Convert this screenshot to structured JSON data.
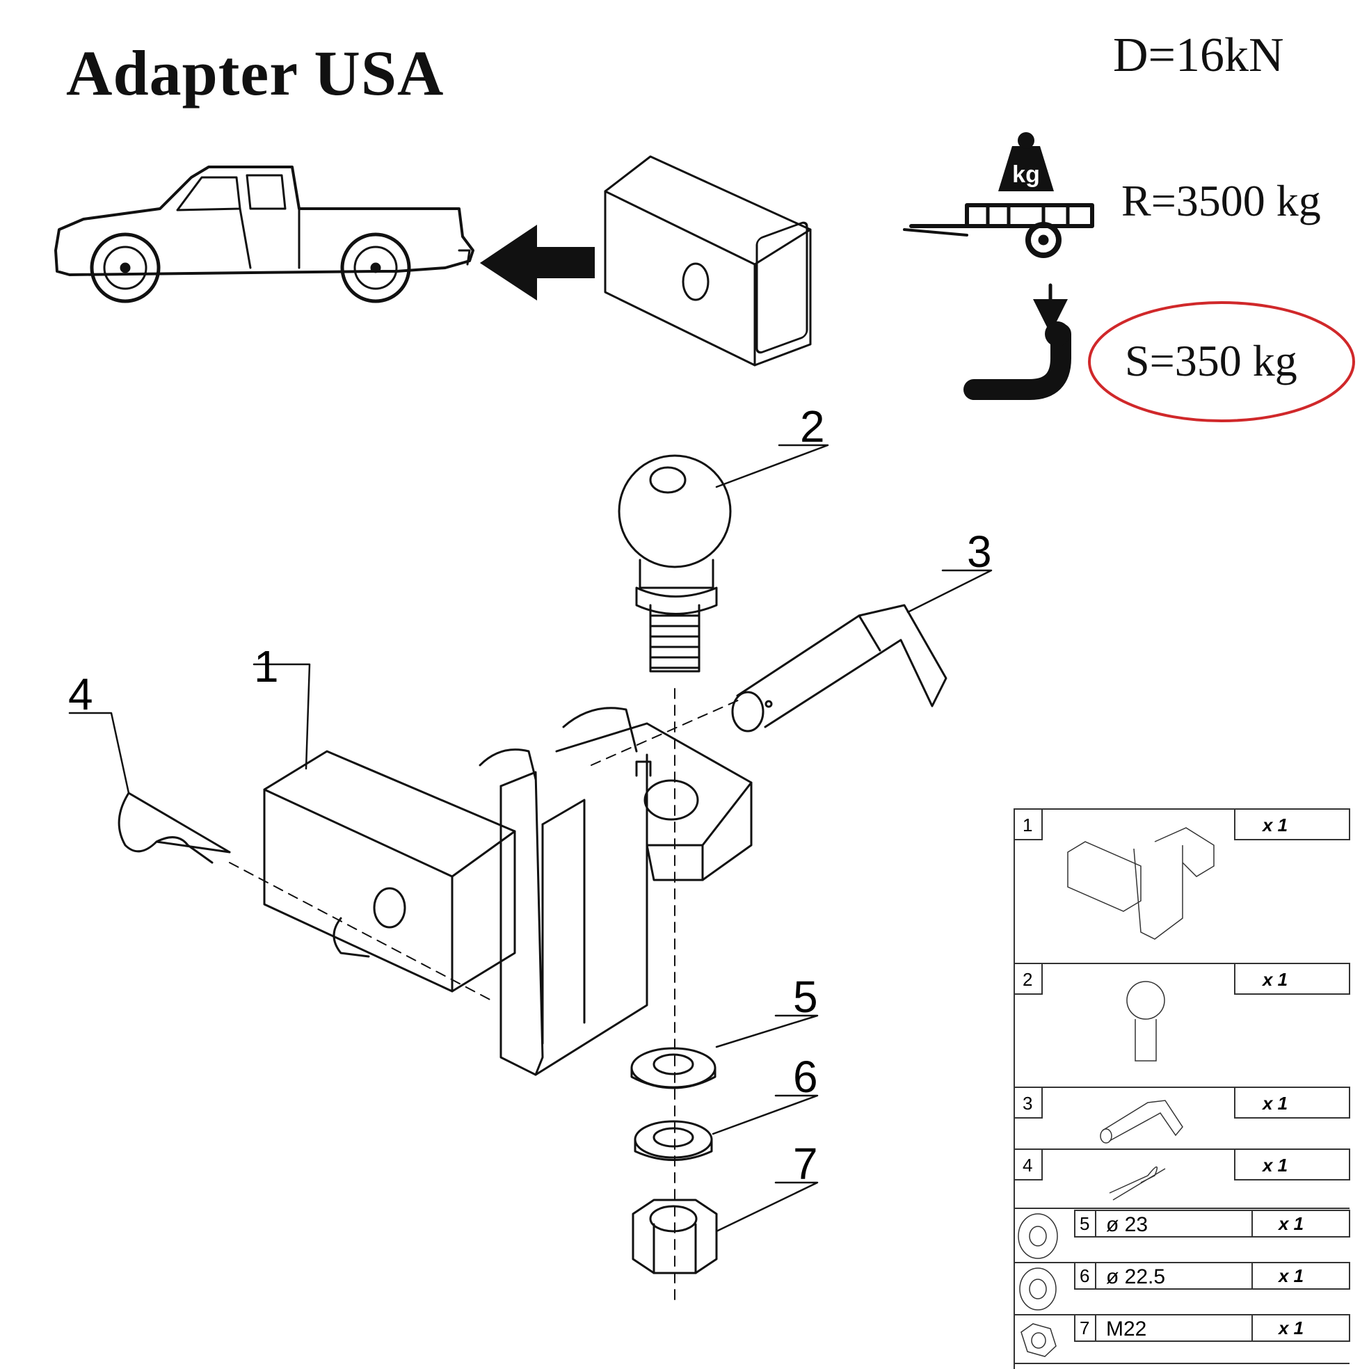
{
  "title": "Adapter USA",
  "ratings": {
    "d": "D=16kN",
    "r": "R=3500 kg",
    "s": "S=350 kg",
    "kg_label": "kg"
  },
  "accent_color": "#d0282a",
  "callouts": [
    "1",
    "2",
    "3",
    "4",
    "5",
    "6",
    "7"
  ],
  "parts_table": {
    "rows": [
      {
        "num": "1",
        "qty": "x 1",
        "spec": ""
      },
      {
        "num": "2",
        "qty": "x 1",
        "spec": ""
      },
      {
        "num": "3",
        "qty": "x 1",
        "spec": ""
      },
      {
        "num": "4",
        "qty": "x 1",
        "spec": ""
      },
      {
        "num": "5",
        "qty": "x 1",
        "spec": "ø 23"
      },
      {
        "num": "6",
        "qty": "x 1",
        "spec": "ø 22.5"
      },
      {
        "num": "7",
        "qty": "x 1",
        "spec": "M22"
      }
    ]
  },
  "icons": [
    "pickup-truck-icon",
    "arrow-left-icon",
    "receiver-tube-icon",
    "trailer-weight-icon",
    "tow-ball-load-icon"
  ]
}
